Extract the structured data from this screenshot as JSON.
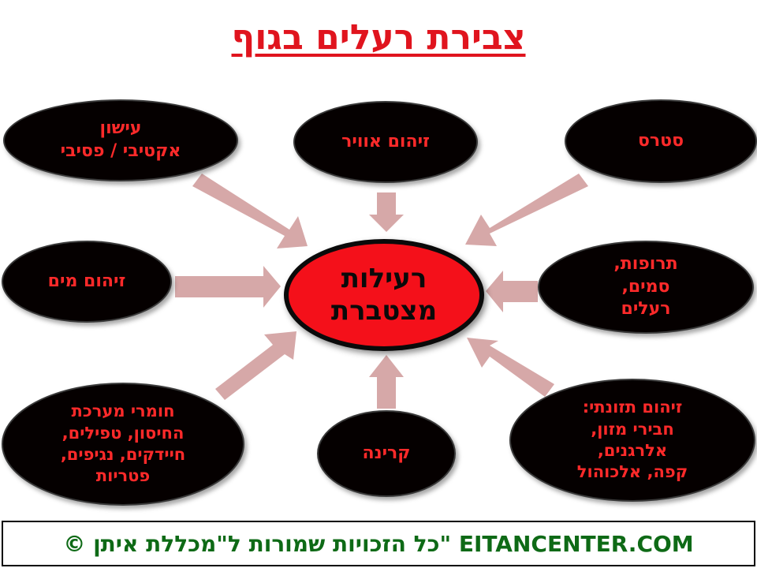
{
  "title": "צבירת רעלים בגוף",
  "center": "רעילות\nמצטברת",
  "nodes": {
    "smoking": "עישון\nאקטיבי / פסיבי",
    "air": "זיהום אוויר",
    "stress": "סטרס",
    "water": "זיהום מים",
    "drugs": "תרופות,\nסמים,\nרעלים",
    "immune": "חומרי מערכת\nהחיסון, טפילים,\nחיידקים, נגיפים,\nפטריות",
    "radiation": "קרינה",
    "nutrition": "זיהום תזונתי:\nחבירי מזון,\nאלרגנים,\nקפה, אלכוהול"
  },
  "footer": "© כל הזכויות שמורות ל\"מכללת איתן\" EITANCENTER.COM",
  "colors": {
    "title": "#e0141e",
    "node_fill": "#050000",
    "node_text": "#ff2a2a",
    "center_fill": "#f4101a",
    "arrow": "#d6a8a8",
    "footer_text": "#0e6a16"
  }
}
